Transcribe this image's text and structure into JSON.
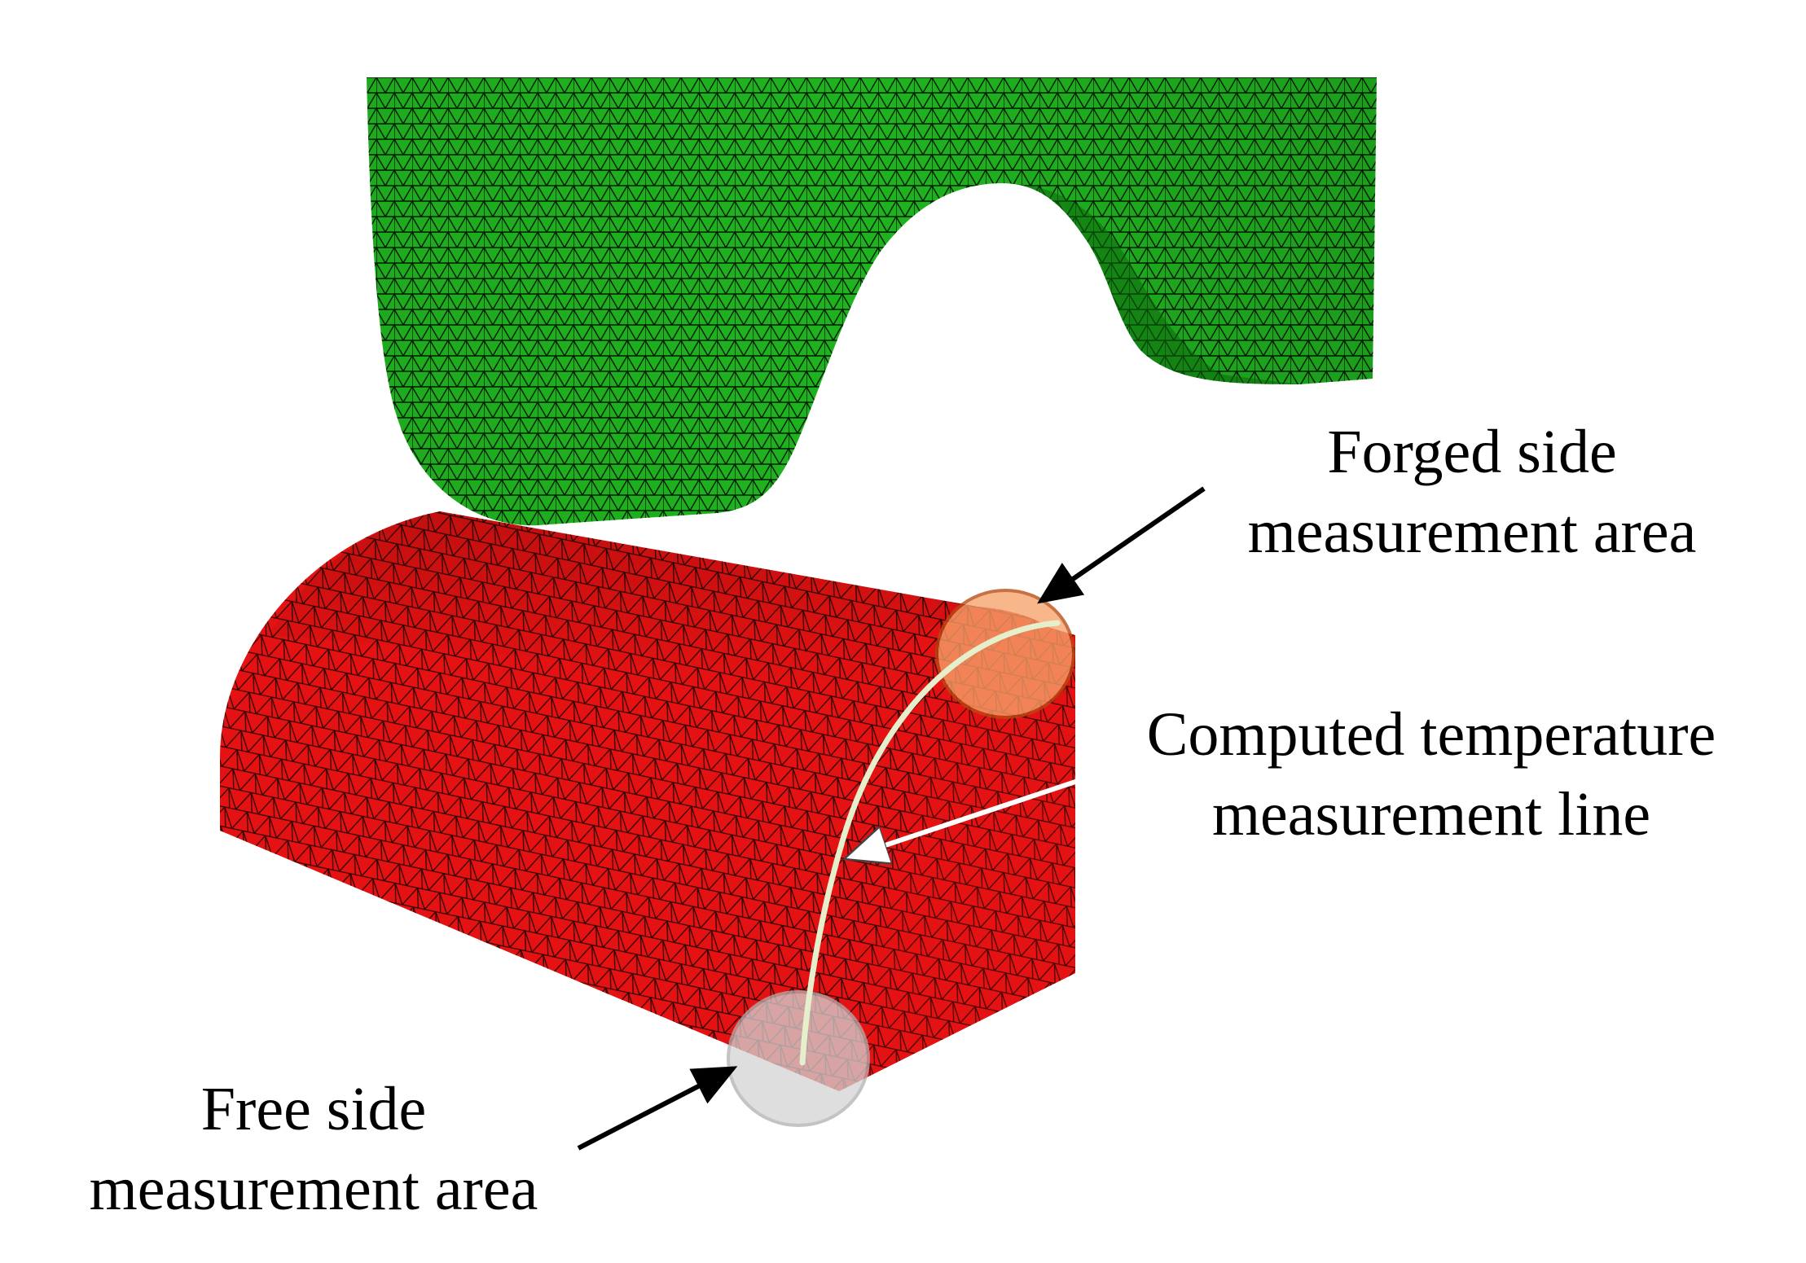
{
  "figure": {
    "colors": {
      "die": "#1fb31f",
      "die_dark": "#128a12",
      "billet": "#e41212",
      "billet_dark": "#a80808",
      "mesh": "#000000",
      "line": "#e6efcc",
      "forged_area": "#f5a36b",
      "forged_area_edge": "#b94a12",
      "free_area": "#d4d4d4",
      "free_area_edge": "#b0b0b0",
      "arrow": "#000000"
    },
    "labels": {
      "forged_line1": "Forged side",
      "forged_line2": "measurement area",
      "computed_line1": "Computed temperature",
      "computed_line2": "measurement line",
      "free_line1": "Free side",
      "free_line2": "measurement area"
    }
  }
}
